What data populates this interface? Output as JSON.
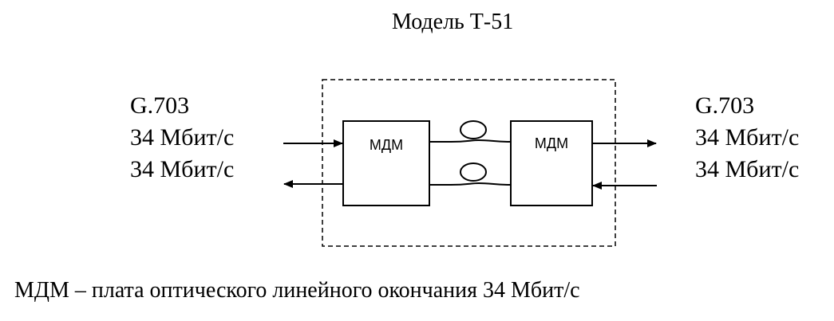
{
  "diagram": {
    "title": "Модель Т-51",
    "left_labels": [
      "G.703",
      "34 Мбит/с",
      "34 Мбит/с"
    ],
    "right_labels": [
      "G.703",
      "34 Мбит/с",
      "34 Мбит/с"
    ],
    "left_box_label": "МДМ",
    "right_box_label": "МДМ",
    "caption": "МДМ – плата оптического линейного окончания 34 Мбит/с"
  }
}
